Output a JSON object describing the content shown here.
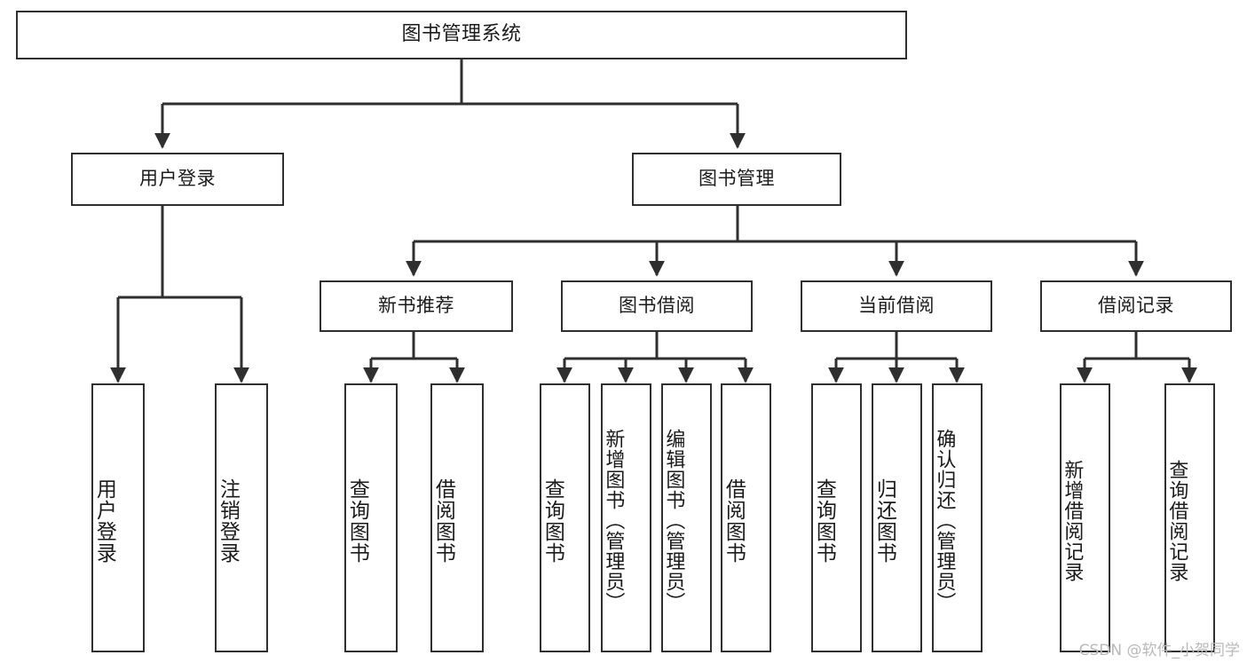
{
  "diagram": {
    "title": "图书管理系统",
    "type": "tree",
    "watermark": "CSDN @软件_小贺同学",
    "colors": {
      "border": "#2f2f2f",
      "fill": "#ffffff",
      "text": "#1b1b1b",
      "connector": "#2f2f2f",
      "watermark": "#b9b9b9"
    },
    "levels": {
      "root": [
        "图书管理系统"
      ],
      "level2": [
        "用户登录",
        "图书管理"
      ],
      "level3": [
        "新书推荐",
        "图书借阅",
        "当前借阅",
        "借阅记录"
      ]
    },
    "nodes": {
      "root": {
        "label": "图书管理系统"
      },
      "user_login": {
        "label": "用户登录"
      },
      "book_manage": {
        "label": "图书管理"
      },
      "new_book_rec": {
        "label": "新书推荐"
      },
      "book_borrow": {
        "label": "图书借阅"
      },
      "current_borrow": {
        "label": "当前借阅"
      },
      "borrow_record": {
        "label": "借阅记录"
      },
      "leaf_user_login": {
        "label": "用户登录"
      },
      "leaf_user_logout": {
        "label": "注销登录"
      },
      "leaf_query_book_1": {
        "label": "查询图书"
      },
      "leaf_borrow_book_1": {
        "label": "借阅图书"
      },
      "leaf_query_book_2": {
        "label": "查询图书"
      },
      "leaf_add_book": {
        "label": "新增图书（管理员）"
      },
      "leaf_edit_book": {
        "label": "编辑图书（管理员）"
      },
      "leaf_borrow_book_2": {
        "label": "借阅图书"
      },
      "leaf_query_book_3": {
        "label": "查询图书"
      },
      "leaf_return_book": {
        "label": "归还图书"
      },
      "leaf_confirm_return": {
        "label": "确认归还（管理员）"
      },
      "leaf_add_record": {
        "label": "新增借阅记录"
      },
      "leaf_query_record": {
        "label": "查询借阅记录"
      }
    }
  }
}
